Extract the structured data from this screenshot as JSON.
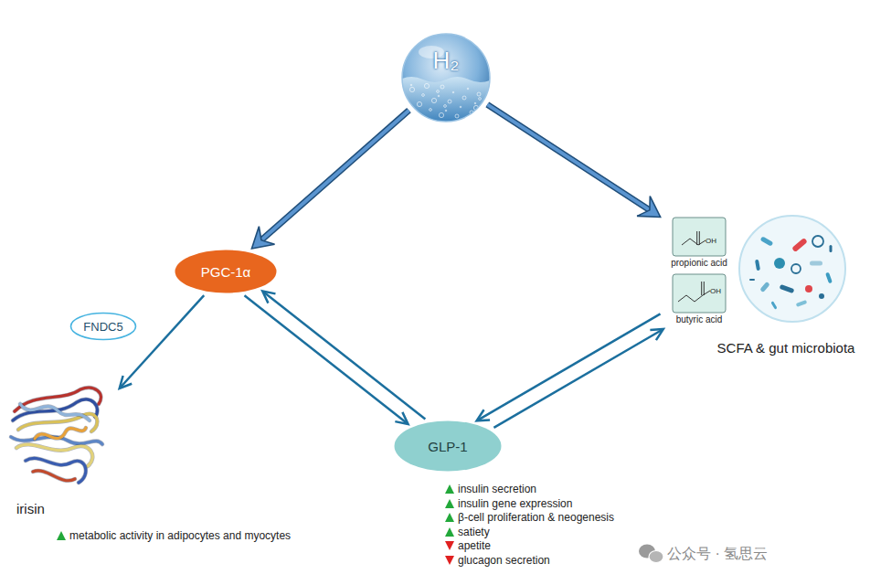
{
  "diagram": {
    "nodes": [
      {
        "text": [
          "H₂"
        ]
      },
      {
        "text": [
          "PGC-1α"
        ]
      },
      {
        "text": [
          "OH",
          "propionic acid"
        ]
      },
      {
        "text": [
          "OH",
          "butyric acid"
        ]
      },
      {
        "text": [
          "SCFA & gut microbiota"
        ]
      },
      {
        "text": [
          "FNDC5"
        ]
      },
      {
        "text": [
          "GLP-1"
        ]
      },
      {
        "text": [
          "irisin"
        ]
      }
    ],
    "edges": [
      {
        "from": 0,
        "to": 1,
        "arrow": "to"
      },
      {
        "from": 0,
        "to": 2,
        "arrow": "to"
      },
      {
        "from": 1,
        "to": 6,
        "arrow": "to"
      },
      {
        "from": 6,
        "to": 1,
        "arrow": "to"
      },
      {
        "from": 3,
        "to": 6,
        "arrow": "to"
      },
      {
        "from": 6,
        "to": 3,
        "arrow": "to"
      },
      {
        "from": 1,
        "to": 7,
        "arrow": "to"
      }
    ],
    "labels": [
      "insulin secretion",
      "insulin gene expression",
      "β-cell proliferation & neogenesis",
      "satiety",
      "apetite",
      "glucagon secretion",
      "metabolic activity in adipocytes and myocytes",
      "公众号 · 氢思云"
    ]
  }
}
